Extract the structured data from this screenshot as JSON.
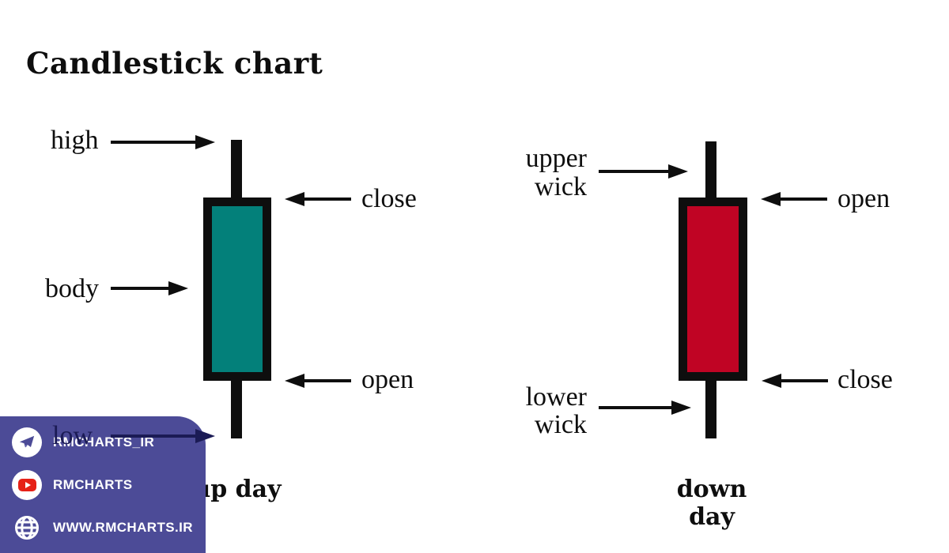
{
  "title": "Candlestick chart",
  "colors": {
    "ink": "#0e0e0e",
    "up_body": "#03807a",
    "down_body": "#c00424",
    "panel": "#4c4b97",
    "navy": "#1b1b55",
    "youtube_red": "#e62117",
    "background": "#ffffff",
    "text_white": "#ffffff"
  },
  "up_candle": {
    "caption": "up day",
    "labels": {
      "high": "high",
      "close": "close",
      "body": "body",
      "open": "open",
      "low": "low"
    }
  },
  "down_candle": {
    "caption": "down day",
    "labels": {
      "upper_wick_line1": "upper",
      "upper_wick_line2": "wick",
      "open": "open",
      "close": "close",
      "lower_wick_line1": "lower",
      "lower_wick_line2": "wick"
    }
  },
  "social": {
    "telegram_handle": "RMCHARTS_IR",
    "youtube_handle": "RMCHARTS",
    "website": "WWW.RMCHARTS.IR",
    "icons": [
      "telegram-icon",
      "youtube-icon",
      "globe-icon"
    ]
  }
}
